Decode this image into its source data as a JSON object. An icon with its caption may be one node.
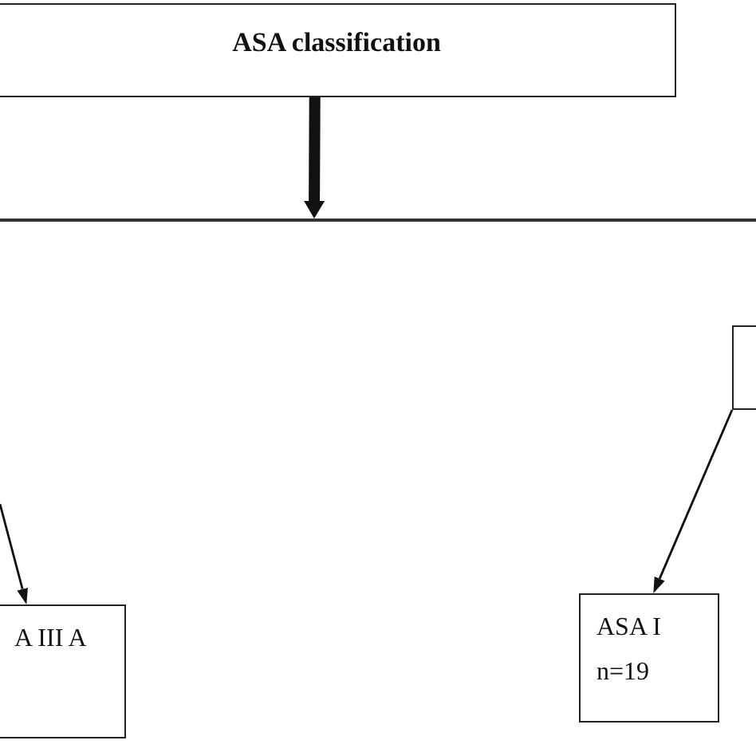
{
  "diagram": {
    "nodes": [
      {
        "text": [
          "ASA classification"
        ]
      },
      {
        "text": [],
        "shape": "bar"
      },
      {
        "text": [],
        "shape": "box"
      },
      {
        "text": [
          "A III A"
        ]
      },
      {
        "text": [
          "ASA I",
          "n=19"
        ]
      }
    ],
    "edges": [
      {
        "from": 0,
        "to": 1,
        "arrow": "to",
        "style": "thick"
      },
      {
        "from": null,
        "to": 3,
        "arrow": "to"
      },
      {
        "from": 2,
        "to": 4,
        "arrow": "to"
      }
    ]
  }
}
